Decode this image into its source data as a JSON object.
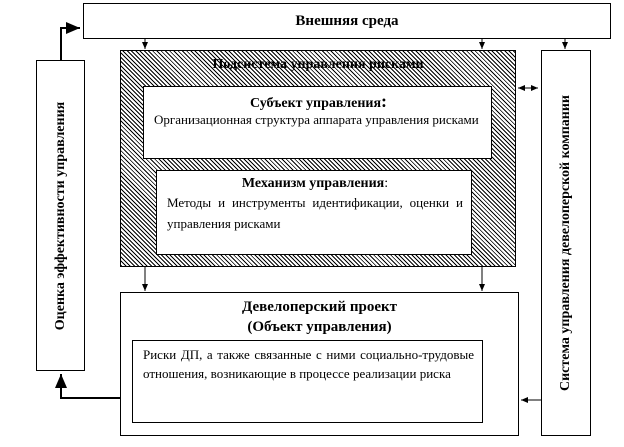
{
  "external": {
    "title": "Внешняя среда"
  },
  "evaluation": {
    "title": "Оценка эффективности управления"
  },
  "company_system": {
    "title": "Система управления девелоперской компании"
  },
  "risk_subsystem": {
    "title": "Подсистема управления рисками",
    "subject": {
      "title": "Субъект управления",
      "colon": ":",
      "text": "Организационная структура аппарата управления рисками"
    },
    "mechanism": {
      "title": "Механизм управления",
      "colon": ":",
      "text": "Методы и инструменты идентификации, оценки и управления рисками"
    }
  },
  "project": {
    "title": "Девелоперский проект",
    "subtitle": "(Объект управления)",
    "text": "Риски ДП, а также связанные с ними социально-трудовые отношения, возникающие в процессе реализации риска"
  }
}
